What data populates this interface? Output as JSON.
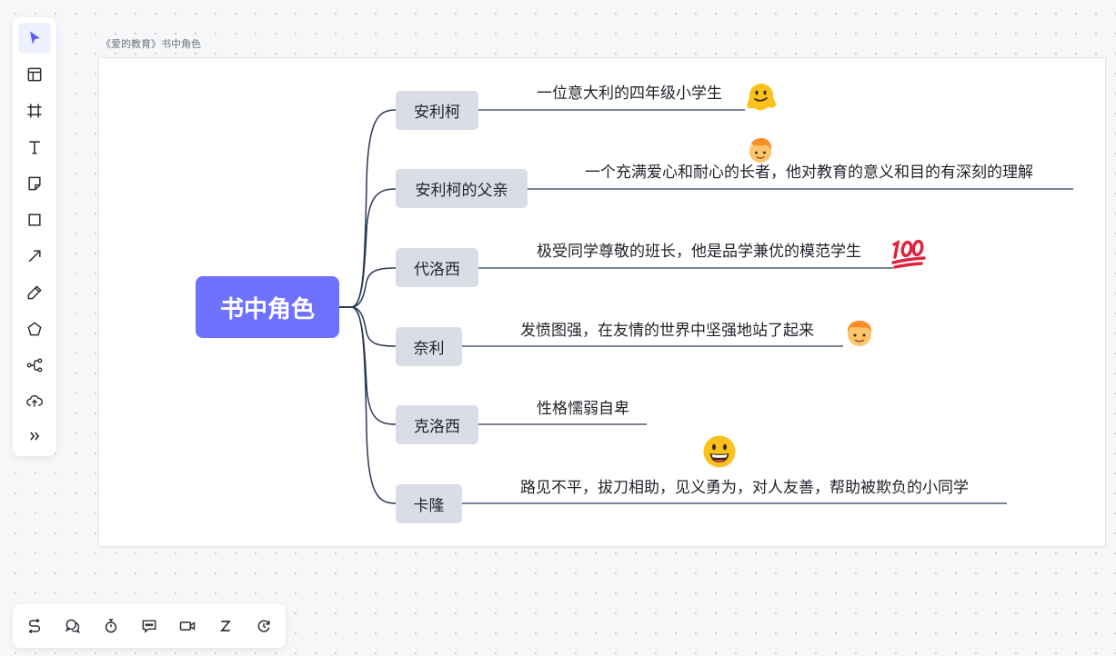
{
  "frame": {
    "label": "《爱的教育》书中角色"
  },
  "mindmap": {
    "root": "书中角色",
    "line_color": "#2b3a55",
    "root_color": "#6e72ff",
    "node_color": "#dadde6",
    "children": [
      {
        "label": "安利柯",
        "description": "一位意大利的四年级小学生",
        "emoji": "melting-face"
      },
      {
        "label": "安利柯的父亲",
        "description": "一个充满爱心和耐心的长者，他对教育的意义和目的有深刻的理解",
        "emoji": "person-blond"
      },
      {
        "label": "代洛西",
        "description": "极受同学尊敬的班长，他是品学兼优的模范学生",
        "emoji": "hundred-points"
      },
      {
        "label": "奈利",
        "description": "发愤图强，在友情的世界中坚强地站了起来",
        "emoji": "child"
      },
      {
        "label": "克洛西",
        "description": "性格懦弱自卑",
        "emoji": ""
      },
      {
        "label": "卡隆",
        "description": "路见不平，拔刀相助，见义勇为，对人友善，帮助被欺负的小同学",
        "emoji": "grinning-face"
      }
    ]
  },
  "toolbar": {
    "accent": "#5b5ff5",
    "tools": [
      "select-tool",
      "template-tool",
      "frame-tool",
      "text-tool",
      "sticky-note-tool",
      "rectangle-tool",
      "arrow-tool",
      "pen-tool",
      "shape-tool",
      "mindmap-tool",
      "upload-tool",
      "more-tools"
    ]
  },
  "bottom_toolbar": {
    "tools": [
      "flow-tool",
      "comments-tool",
      "timer-tool",
      "chat-tool",
      "video-tool",
      "sleep-mode-tool",
      "history-tool"
    ]
  }
}
